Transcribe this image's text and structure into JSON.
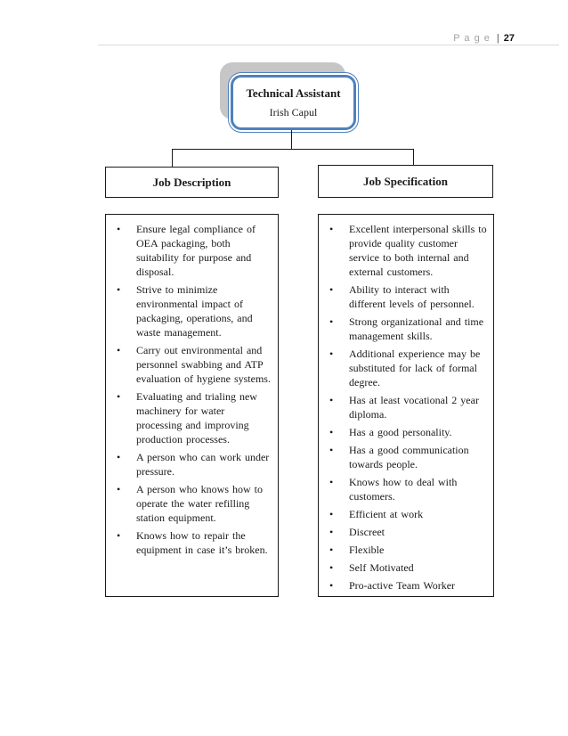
{
  "page": {
    "header": {
      "page_word": "P a g e",
      "separator": "|",
      "page_number": "27"
    }
  },
  "org_chart": {
    "root": {
      "title": "Technical Assistant",
      "subtitle": "Irish Capul"
    },
    "columns": [
      {
        "heading": "Job Description",
        "items": [
          "Ensure legal compliance of OEA packaging, both suitability for purpose and disposal.",
          "Strive to minimize environmental impact of packaging, operations, and waste management.",
          "Carry out environmental and personnel swabbing and ATP evaluation of hygiene systems.",
          "Evaluating and trialing new machinery for water processing and improving production processes.",
          "A person who can work under pressure.",
          "A person who knows how to operate the water refilling station equipment.",
          "Knows how to repair the equipment in case it’s broken."
        ]
      },
      {
        "heading": "Job Specification",
        "items": [
          "Excellent interpersonal skills to provide quality customer service to both internal and external customers.",
          "Ability to interact with different levels of personnel.",
          "Strong organizational and time management skills.",
          "Additional experience may be substituted for lack of formal degree.",
          "Has at least vocational 2 year diploma.",
          "Has a good personality.",
          "Has a good communication towards people.",
          "Knows how to deal with customers.",
          "Efficient at work",
          "Discreet",
          "Flexible",
          "Self Motivated",
          "Pro-active Team Worker"
        ]
      }
    ]
  },
  "colors": {
    "accent_blue": "#4f81bd",
    "shadow_gray": "#c6c6c6",
    "line_black": "#1a1a1a",
    "rule_gray": "#dcdcdc",
    "header_gray": "#a3a3a3"
  }
}
